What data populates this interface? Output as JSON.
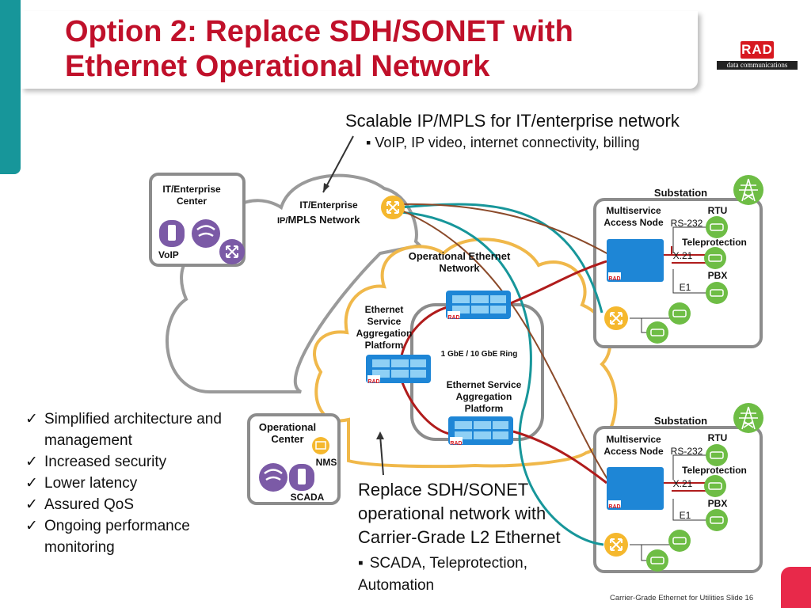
{
  "title": "Option 2: Replace SDH/SONET with Ethernet Operational Network",
  "logo": {
    "brand": "RAD",
    "tagline": "data communications"
  },
  "callouts": {
    "top": "Scalable IP/MPLS for IT/enterprise network",
    "top_bullet": "VoIP, IP video, internet connectivity, billing",
    "bottom": "Replace SDH/SONET operational network with Carrier-Grade L2 Ethernet",
    "bottom_bullet": "SCADA, Teleprotection, Automation"
  },
  "benefits": [
    "Simplified architecture and management",
    "Increased security",
    "Lower latency",
    "Assured QoS",
    "Ongoing performance monitoring"
  ],
  "labels": {
    "it_center": "IT/Enterprise Center",
    "voip": "VoIP",
    "it_network_1": "IT/Enterprise",
    "it_network_2a": "IP/",
    "it_network_2b": "MPLS Network",
    "operational_network": "Operational Ethernet Network",
    "esap_left": "Ethernet Service Aggregation Platform",
    "ring": "1 GbE / 10 GbE Ring",
    "esap_right": "Ethernet Service Aggregation Platform",
    "operational_center": "Operational Center",
    "nms": "NMS",
    "scada": "SCADA",
    "rad_tag": "RAD",
    "substation_1": {
      "title": "Substation",
      "man": "Multiservice Access Node",
      "rtu": "RTU",
      "rs232": "RS-232",
      "telepro": "Teleprotection",
      "x21": "X.21",
      "pbx": "PBX",
      "e1": "E1"
    },
    "substation_2": {
      "title": "Substation",
      "man": "Multiservice Access Node",
      "rtu": "RTU",
      "rs232": "RS-232",
      "telepro": "Teleprotection",
      "x21": "X.21",
      "pbx": "PBX",
      "e1": "E1"
    }
  },
  "footer": "Carrier-Grade Ethernet for Utilities Slide 16",
  "colors": {
    "title_red": "#c0102a",
    "teal": "#17969a",
    "ethernet_orange": "#f0b84a",
    "link_red": "#b01c1c",
    "device_blue": "#1e86d6",
    "device_green": "#6ebd45",
    "device_purple": "#7b5aa6",
    "router_yellow": "#f5b82e"
  }
}
